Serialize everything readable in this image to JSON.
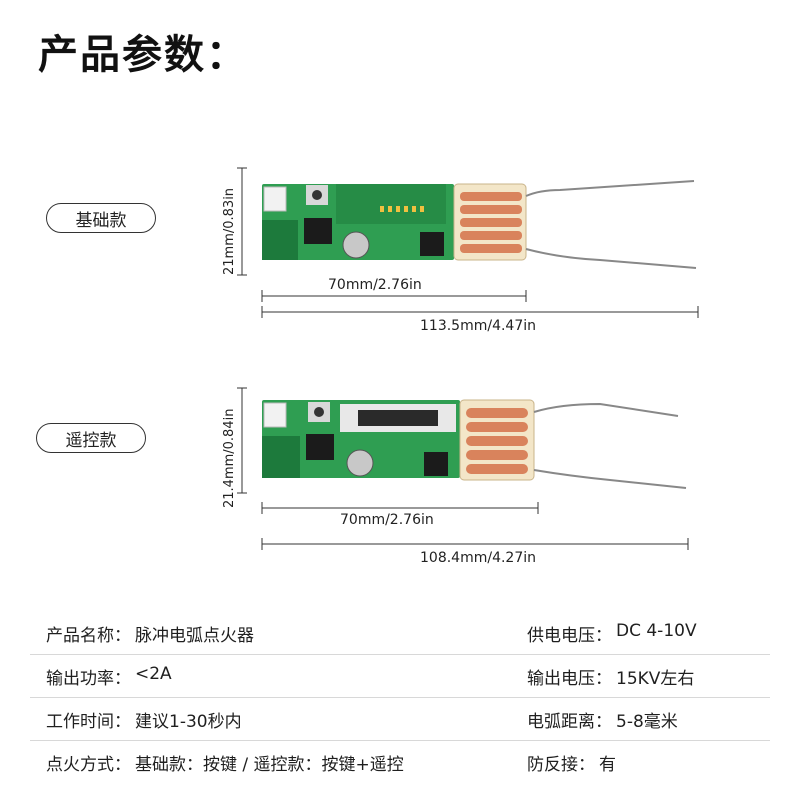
{
  "title": "产品参数：",
  "variants": {
    "basic": {
      "label": "基础款",
      "height_dim": "21mm/0.83in",
      "board_length_dim": "70mm/2.76in",
      "total_length_dim": "113.5mm/4.47in"
    },
    "remote": {
      "label": "遥控款",
      "height_dim": "21.4mm/0.84in",
      "board_length_dim": "70mm/2.76in",
      "total_length_dim": "108.4mm/4.27in"
    }
  },
  "specs": [
    {
      "left": {
        "label": "产品名称：",
        "value": "脉冲电弧点火器"
      },
      "right": {
        "label": "供电电压：",
        "value": "DC 4-10V"
      }
    },
    {
      "left": {
        "label": "输出功率：",
        "value": "<2A"
      },
      "right": {
        "label": "输出电压：",
        "value": "15KV左右"
      }
    },
    {
      "left": {
        "label": "工作时间：",
        "value": "建议1-30秒内"
      },
      "right": {
        "label": "电弧距离：",
        "value": "5-8毫米"
      }
    },
    {
      "left": {
        "label": "点火方式：",
        "value": "基础款：按键 /  遥控款：按键+遥控"
      },
      "right": {
        "label": "防反接：",
        "value": "有"
      }
    }
  ],
  "colors": {
    "pcb": "#2f9e52",
    "coil": "#d9835c",
    "line": "#333333"
  }
}
